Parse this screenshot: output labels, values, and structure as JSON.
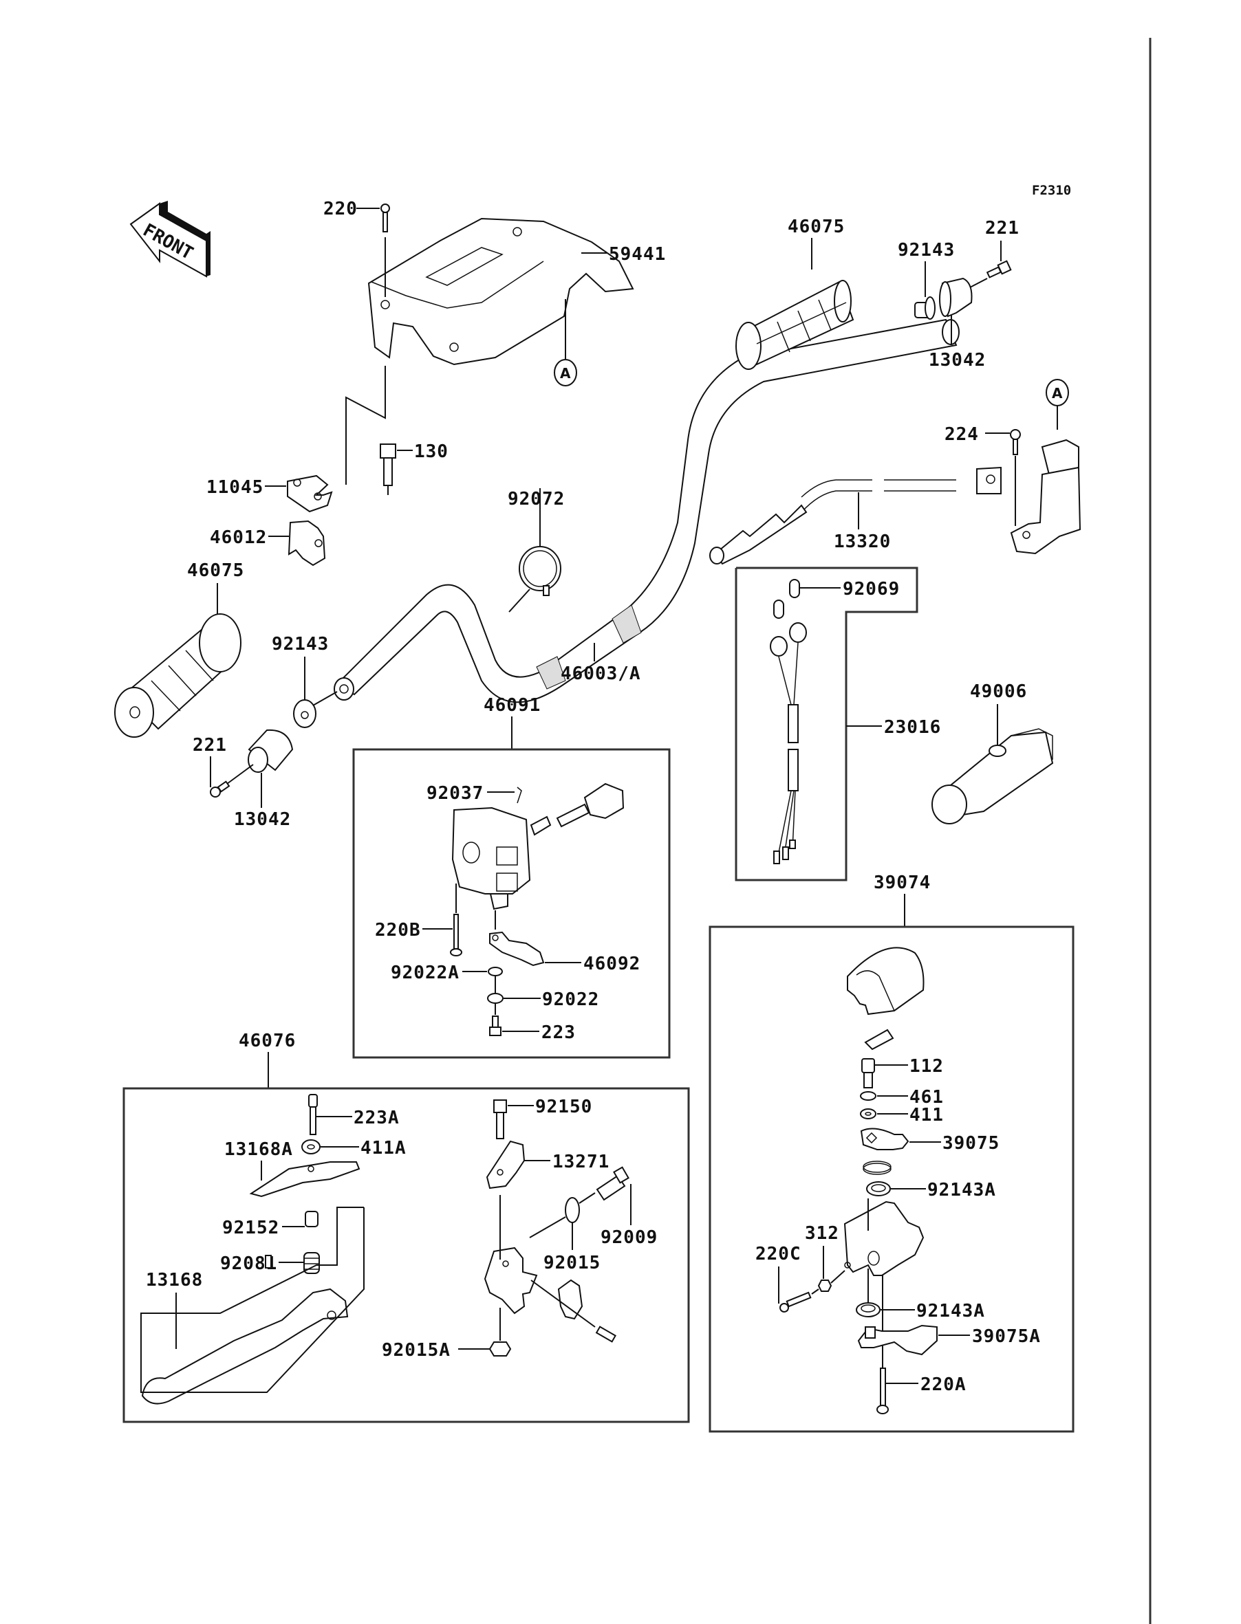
{
  "diagram": {
    "figure_code": "F2310",
    "front_indicator": "FRONT",
    "reference_marker": "A",
    "labels": {
      "p220_top": "220",
      "p59441": "59441",
      "p46075_right": "46075",
      "p92143_right": "92143",
      "p221_right": "221",
      "p13042_right": "13042",
      "p130": "130",
      "p11045": "11045",
      "p46012": "46012",
      "p92072": "92072",
      "p224": "224",
      "p13320": "13320",
      "p46075_left": "46075",
      "p92143_left": "92143",
      "p46003A": "46003/A",
      "p92069": "92069",
      "p221_left": "221",
      "p13042_left": "13042",
      "p46091": "46091",
      "p23016": "23016",
      "p49006": "49006",
      "p92037": "92037",
      "p220B": "220B",
      "p92022A": "92022A",
      "p46092": "46092",
      "p92022": "92022",
      "p223": "223",
      "p39074": "39074",
      "p46076": "46076",
      "p112": "112",
      "p461": "461",
      "p411": "411",
      "p223A": "223A",
      "p92150": "92150",
      "p13168A": "13168A",
      "p411A": "411A",
      "p13271": "13271",
      "p39075": "39075",
      "p92143A_top": "92143A",
      "p92152": "92152",
      "p92081": "92081",
      "p92009": "92009",
      "p92015": "92015",
      "p312": "312",
      "p220C": "220C",
      "p13168": "13168",
      "p92143A_bottom": "92143A",
      "p39075A": "39075A",
      "p92015A": "92015A",
      "p220A": "220A"
    }
  }
}
